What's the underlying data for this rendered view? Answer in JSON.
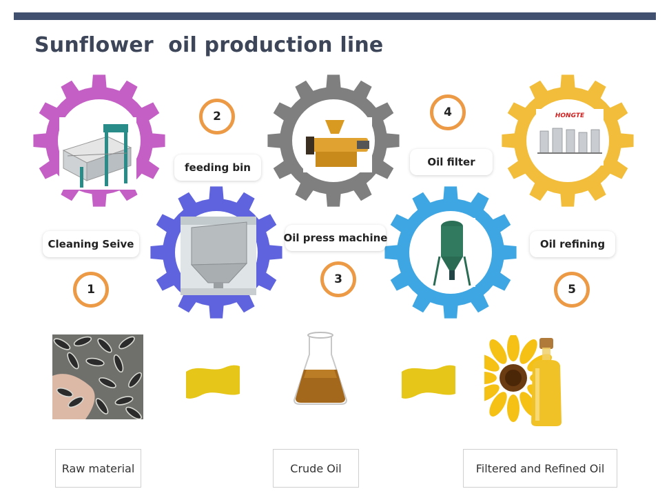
{
  "title": "Sunflower  oil production line",
  "colors": {
    "header_bar": "#41506f",
    "gear_1": "#c45fc5",
    "gear_2": "#5f63dd",
    "gear_3": "#7f7f7f",
    "gear_4": "#3ea6e3",
    "gear_5": "#f2bd3a",
    "step_ring": "#ec9a45",
    "wave": "#e6c619"
  },
  "steps": [
    {
      "number": "1",
      "label": "Cleaning Seive",
      "image": "cleaning-sieve-machine"
    },
    {
      "number": "2",
      "label": "feeding bin",
      "image": "feeding-bin-hopper"
    },
    {
      "number": "3",
      "label": "Oil press machine",
      "image": "screw-oil-press"
    },
    {
      "number": "4",
      "label": "Oil filter",
      "image": "leaf-filter-tank"
    },
    {
      "number": "5",
      "label": "Oil refining",
      "image": "refinery-plant"
    }
  ],
  "refinery_logo": "HONGTE",
  "products": [
    {
      "label": "Raw material",
      "image": "sunflower-seeds"
    },
    {
      "label": "Crude Oil",
      "image": "crude-oil-flask"
    },
    {
      "label": "Filtered and Refined Oil",
      "image": "sunflower-and-oil-bottle"
    }
  ]
}
